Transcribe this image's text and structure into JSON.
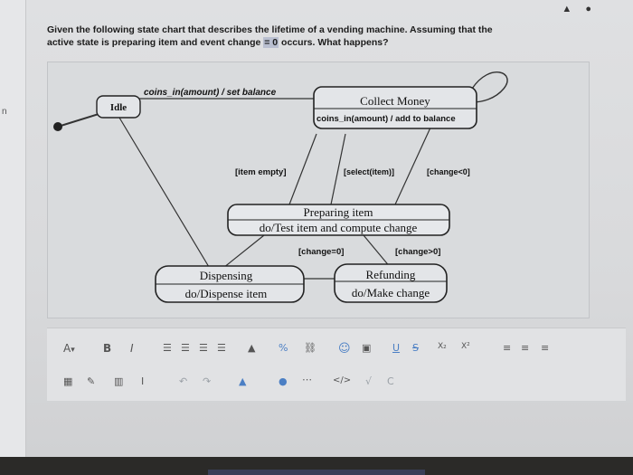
{
  "question": {
    "line1": "Given the following state chart that describes the lifetime of a vending machine. Assuming that the",
    "line2_before": "active state is preparing item and event change ",
    "line2_hl": "= 0",
    "line2_after": " occurs. What happens?"
  },
  "left_fragment": "n",
  "top_right_icons": "▲ ●",
  "diagram": {
    "idle": "Idle",
    "collect_title": "Collect Money",
    "collect_action": "coins_in(amount) / add to balance",
    "transition_idle_collect": "coins_in(amount) / set balance",
    "item_empty": "[item empty]",
    "select_item": "[select(item)]",
    "change_lt0": "[change<0]",
    "preparing_title": "Preparing item",
    "preparing_action": "do/Test item and compute change",
    "change_eq0": "[change=0]",
    "change_gt0": "[change>0]",
    "dispensing_title": "Dispensing",
    "dispensing_action": "do/Dispense item",
    "refunding_title": "Refunding",
    "refunding_action": "do/Make change"
  },
  "toolbar": {
    "font_color": "A",
    "font_color_caret": "▾",
    "bold": "B",
    "italic": "I",
    "bullet_list": "☰",
    "numbered_list": "☰",
    "align_left": "☰",
    "align_right": "☰",
    "link": "%",
    "unlink": "⛓",
    "emoji": "☺",
    "image": "▣",
    "underline": "U",
    "strike": "S",
    "subscript": "X₂",
    "superscript": "X²",
    "justify_left": "≡",
    "justify_center": "≡",
    "justify_right": "≡",
    "table": "▦",
    "edit": "✎",
    "grid": "▥",
    "cursor": "I",
    "undo": "↶",
    "redo": "↷",
    "media": "▲",
    "plus": "●",
    "more": "⋯",
    "code": "</>",
    "spell": "√",
    "redo2": "C"
  }
}
